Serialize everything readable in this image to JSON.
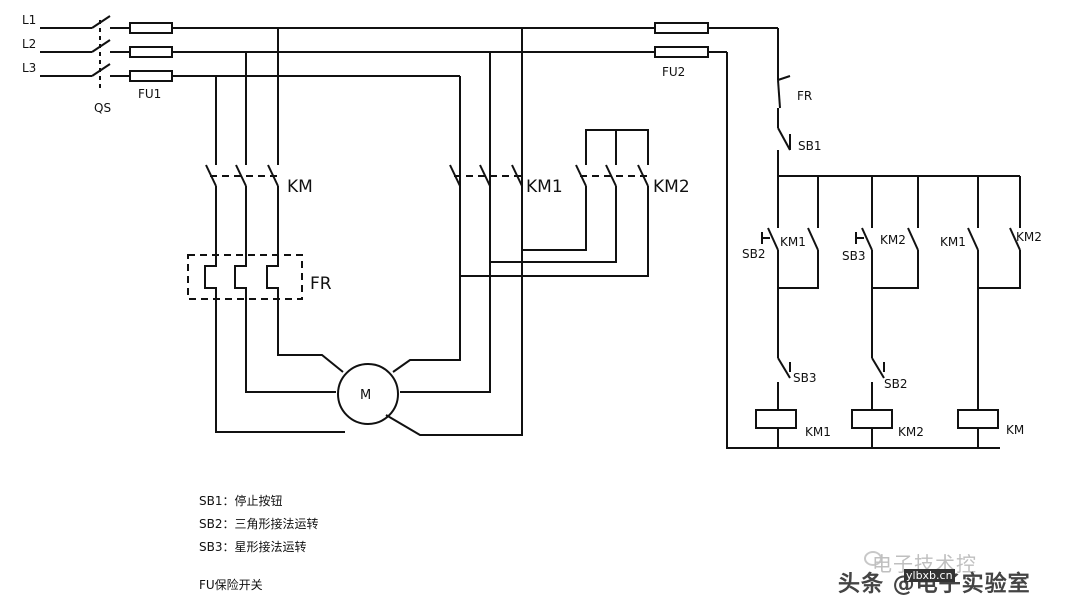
{
  "lines": [
    "L1",
    "L2",
    "L3"
  ],
  "labels": {
    "qs": "QS",
    "fu1": "FU1",
    "fu2": "FU2",
    "km": "KM",
    "km1": "KM1",
    "km2": "KM2",
    "fr": "FR",
    "motor": "M",
    "ctrl_fr": "FR",
    "ctrl_sb1": "SB1",
    "ctrl_sb2": "SB2",
    "ctrl_sb3": "SB3",
    "ctrl_km1_a": "KM1",
    "ctrl_km2_a": "KM2",
    "ctrl_km1_b": "KM1",
    "ctrl_km2_b": "KM2",
    "ctrl_sb3_b": "SB3",
    "ctrl_sb2_b": "SB2",
    "coil_km1": "KM1",
    "coil_km2": "KM2",
    "coil_km": "KM"
  },
  "notes": {
    "sb1": "SB1：停止按钮",
    "sb2": "SB2：三角形接法运转",
    "sb3": "SB3：星形接法运转",
    "fu": "FU保险开关"
  },
  "watermark": {
    "line1": "电子技术控",
    "line2": "头条 @电子实验室",
    "domain": "ylbxb.cn"
  }
}
